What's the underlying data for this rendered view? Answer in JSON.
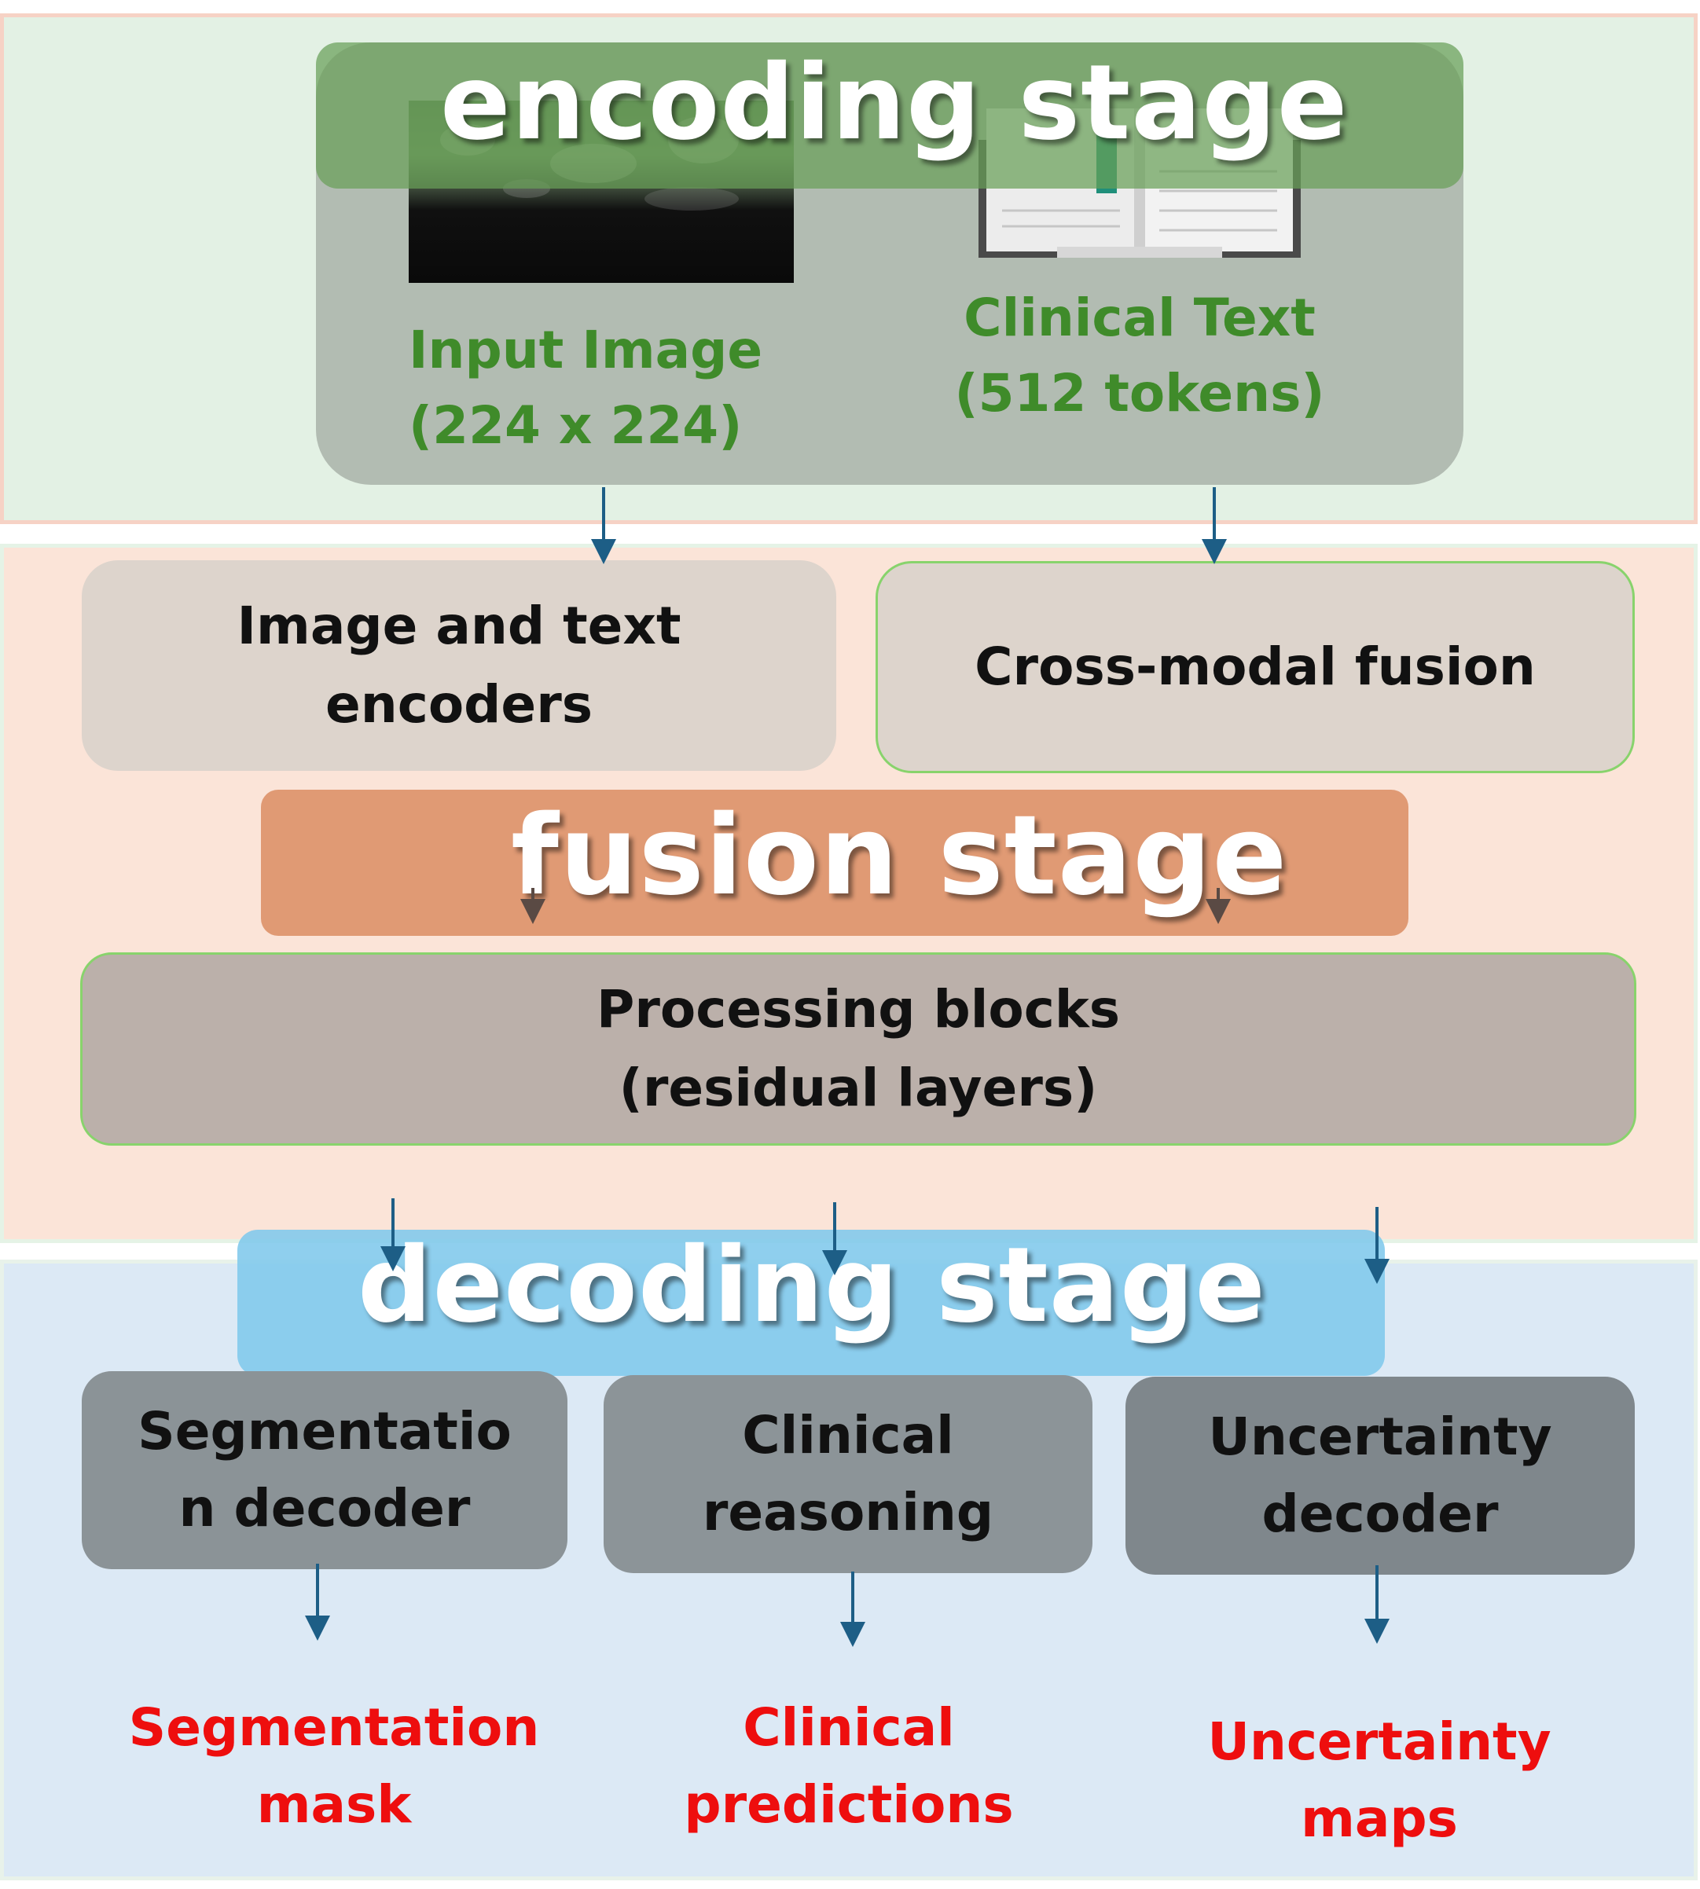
{
  "encoding_stage": {
    "title": "encoding stage",
    "input_image_label": [
      "Input Image",
      "(224 x 224)"
    ],
    "clinical_text_label": [
      "Clinical Text",
      "(512 tokens)"
    ]
  },
  "fusion_stage": {
    "title": "fusion stage",
    "encoders_box": [
      "Image and text",
      "encoders"
    ],
    "fusion_box": [
      "Cross-modal fusion"
    ],
    "processing_box": [
      "Processing blocks",
      "(residual layers)"
    ]
  },
  "decoding_stage": {
    "title": "decoding stage",
    "decoders": [
      [
        "Segmentatio",
        "n decoder"
      ],
      [
        "Clinical",
        "reasoning"
      ],
      [
        "Uncertainty",
        "decoder"
      ]
    ],
    "outputs": [
      [
        "Segmentation",
        "mask"
      ],
      [
        "Clinical",
        "predictions"
      ],
      [
        "Uncertainty",
        "maps"
      ]
    ]
  },
  "colors": {
    "encoding_panel": "#e3f1e4",
    "fusion_panel": "#fbe4d8",
    "decoding_panel": "#dce9f5",
    "green_text": "#3f8b2a",
    "red_text": "#ee0e0e",
    "arrow": "#1d5e86"
  },
  "icons": [
    "ultrasound-image",
    "book-icon"
  ]
}
